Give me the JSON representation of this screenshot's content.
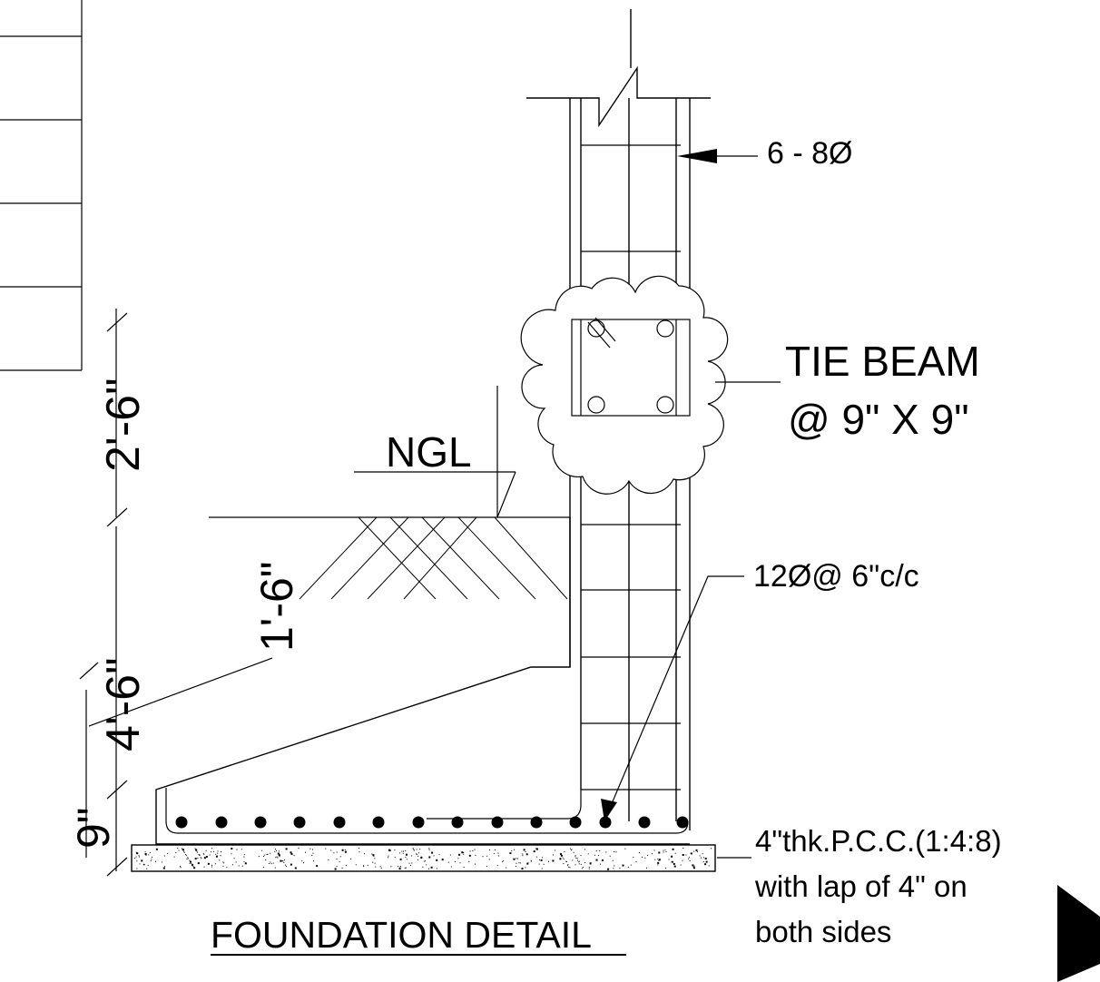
{
  "drawing": {
    "title": "FOUNDATION DETAIL",
    "labels": {
      "vertical_bars": "6 - 8Ø",
      "tie_beam_line1": "TIE BEAM",
      "tie_beam_line2": "@ 9\" X 9\"",
      "ground_level": "NGL",
      "bottom_bars": "12Ø@ 6\"c/c",
      "pcc_line1": "4\"thk.P.C.C.(1:4:8)",
      "pcc_line2": "with lap of 4\" on",
      "pcc_line3": "both sides"
    },
    "dimensions": {
      "above_ground": "2'-6\"",
      "below_ground": "1'-6\"",
      "footing_depth": "4'-6\"",
      "footing_thickness": "9\""
    },
    "colors": {
      "ink": "#000000",
      "background": "#ffffff"
    }
  }
}
